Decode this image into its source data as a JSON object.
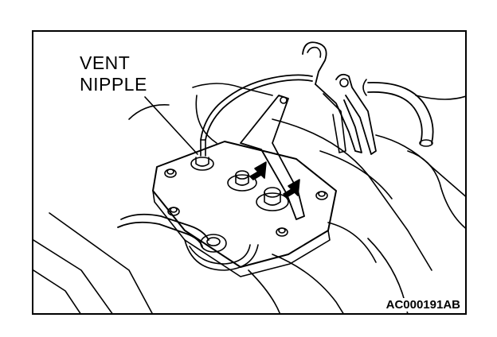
{
  "callout": {
    "line1": "VENT",
    "line2": "NIPPLE"
  },
  "figure_code": "AC000191AB",
  "colors": {
    "line": "#000000",
    "background": "#ffffff"
  }
}
